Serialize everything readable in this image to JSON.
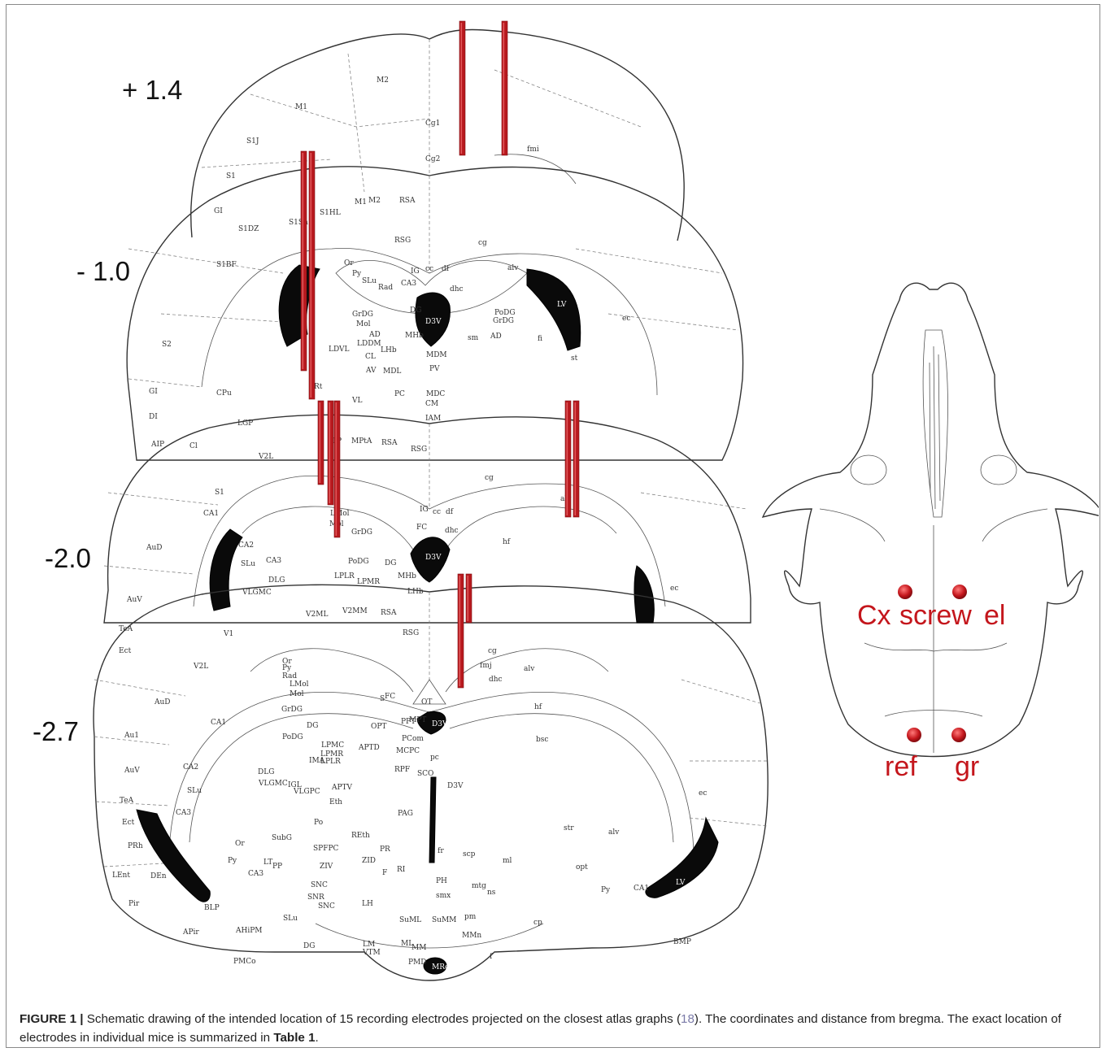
{
  "bregma_levels": [
    "+ 1.4",
    "- 1.0",
    "-2.0",
    "-2.7"
  ],
  "atlas_labels": {
    "s14": [
      "M2",
      "M1",
      "Cg1",
      "S1J",
      "Cg2",
      "S1",
      "fmi",
      "GI"
    ],
    "s10": [
      "S1HL",
      "M1",
      "M2",
      "RSA",
      "S1Sh",
      "S1DZ",
      "S1BF",
      "RSG",
      "cg",
      "Or",
      "IG",
      "cc",
      "df",
      "Py",
      "alv",
      "SLu",
      "Rad",
      "CA3",
      "dhc",
      "LV",
      "GrDG",
      "DG",
      "PoDG",
      "GrDG",
      "ec",
      "Mol",
      "D3V",
      "AD",
      "MHb",
      "sm",
      "AD",
      "fi",
      "LDDM",
      "LHb",
      "LDVL",
      "MDM",
      "st",
      "CL",
      "AV",
      "MDL",
      "PV",
      "S2",
      "Rt",
      "CPu",
      "PC",
      "MDC",
      "CM",
      "GI",
      "VL",
      "DI",
      "IAM",
      "LGP",
      "AIP",
      "Cl"
    ],
    "s20": [
      "V2L",
      "LP",
      "MPtA",
      "RSA",
      "RSG",
      "S1",
      "cg",
      "IG",
      "cc",
      "df",
      "alv",
      "CA1",
      "LMol",
      "Mol",
      "FC",
      "dhc",
      "GrDG",
      "hf",
      "AuD",
      "CA2",
      "SLu",
      "CA3",
      "PoDG",
      "DG",
      "D3V",
      "DLG",
      "LPLR",
      "LPMR",
      "MHb",
      "VLGMC",
      "LHb",
      "AuV",
      "ec"
    ],
    "s27": [
      "V2ML",
      "V2MM",
      "RSA",
      "TeA",
      "V1",
      "RSG",
      "Ect",
      "cg",
      "V2L",
      "fmj",
      "alv",
      "Or",
      "Py",
      "dhc",
      "Rad",
      "LMol",
      "S",
      "FC",
      "AuD",
      "Mol",
      "hf",
      "GrDG",
      "OT",
      "CA1",
      "DG",
      "OPT",
      "PPT",
      "MPT",
      "D3V",
      "PoDG",
      "PCom",
      "Au1",
      "LPMC",
      "APTD",
      "MCPC",
      "bsc",
      "IMA",
      "LPMR",
      "LPLR",
      "pc",
      "CA2",
      "DLG",
      "SCO",
      "AuV",
      "VLGMC",
      "IGL",
      "RPF",
      "D3V",
      "SLu",
      "APTV",
      "TeA",
      "VLGPC",
      "Eth",
      "PAG",
      "ec",
      "CA3",
      "Po",
      "str",
      "Ect",
      "alv",
      "Or",
      "SubG",
      "REth",
      "PRh",
      "Py",
      "SPFPC",
      "PR",
      "fr",
      "scp",
      "ml",
      "LT",
      "PP",
      "ZID",
      "opt",
      "CA3",
      "ZIV",
      "LEnt",
      "DEn",
      "F",
      "RI",
      "CA1",
      "LV",
      "SNC",
      "PH",
      "mtg",
      "Py",
      "SNR",
      "smx",
      "ns",
      "Pir",
      "BLP",
      "SNC",
      "LH",
      "SLu",
      "SuML",
      "SuMM",
      "pm",
      "cp",
      "APir",
      "AHiPM",
      "LM",
      "MMn",
      "BMP",
      "DG",
      "ML",
      "MM",
      "VTM",
      "f",
      "PMCo",
      "PMD",
      "MRe"
    ]
  },
  "skull_labels": {
    "cx": "Cx",
    "screw": "screw",
    "el": "el",
    "ref": "ref",
    "gr": "gr"
  },
  "caption": {
    "figure_label": "FIGURE 1 |",
    "text_1": " Schematic drawing of the intended location of 15 recording electrodes projected on the closest atlas graphs (",
    "ref_number": "18",
    "text_2": "). The coordinates and distance from bregma. The exact location of electrodes in individual mice is summarized in ",
    "table_ref": "Table 1",
    "text_3": "."
  },
  "colors": {
    "electrode": "#b8191e",
    "electrode_highlight": "#e0575a",
    "skull_label": "#c4161c",
    "ventricle": "#0a0a0a",
    "outline": "#333333"
  }
}
